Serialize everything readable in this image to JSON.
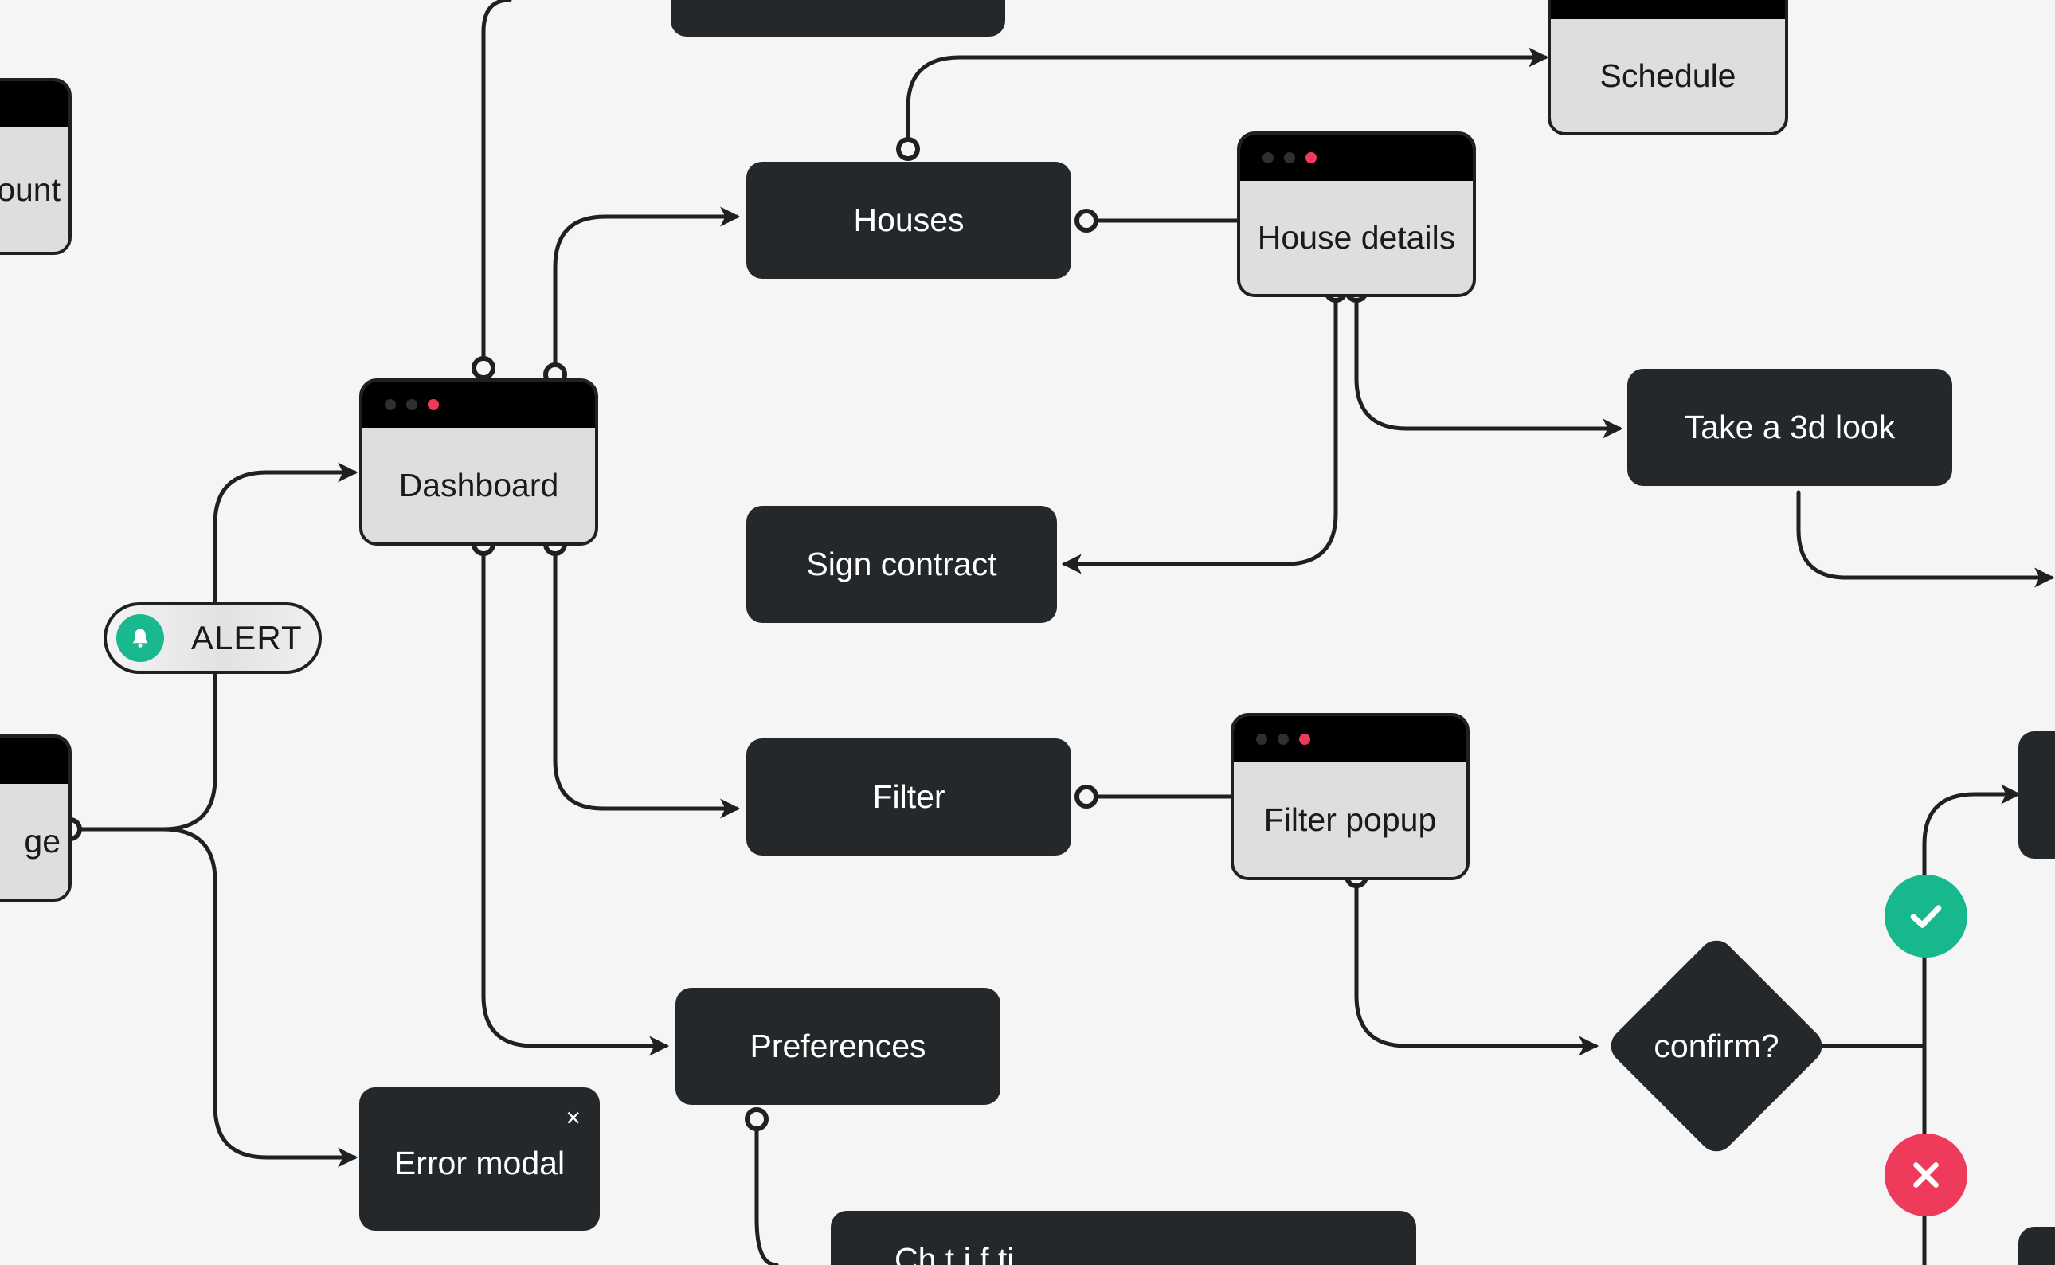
{
  "nodes": {
    "houses": "Houses",
    "house_details": "House details",
    "schedule": "Schedule",
    "take_3d_look": "Take a 3d look",
    "sign_contract": "Sign contract",
    "dashboard": "Dashboard",
    "filter": "Filter",
    "filter_popup": "Filter popup",
    "preferences": "Preferences",
    "error_modal": "Error modal",
    "confirm": "confirm?",
    "account_partial": "ount",
    "page_partial": "ge",
    "bottom_partial": "Ch          t i f   ti"
  },
  "alert": {
    "label": "ALERT",
    "icon": "bell-icon"
  },
  "icons": {
    "close": "×",
    "check": "check-icon",
    "cross": "x-icon"
  },
  "colors": {
    "canvas": "#f5f5f5",
    "node_dark": "#25282a",
    "window_body": "#dedede",
    "accent_red": "#ee3b5b",
    "accent_green": "#17b88d",
    "wire": "#1e2022"
  }
}
